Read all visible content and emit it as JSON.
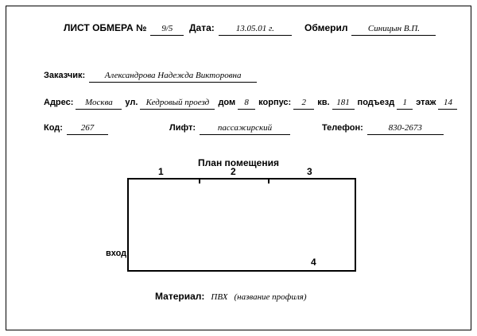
{
  "colors": {
    "ink": "#000000",
    "paper": "#ffffff"
  },
  "form": {
    "title_label": "ЛИСТ ОБМЕРА №",
    "title_value": "9/5",
    "date_label": "Дата:",
    "date_value": "13.05.01 г.",
    "measured_by_label": "Обмерил",
    "measured_by_value": "Синицын В.П.",
    "customer_label": "Заказчик:",
    "customer_value": "Александрова Надежда Викторовна",
    "address_label": "Адрес:",
    "address_value": "Москва",
    "street_label": "ул.",
    "street_value": "Кедровый проезд",
    "house_label": "дом",
    "house_value": "8",
    "building_label": "корпус:",
    "building_value": "2",
    "apartment_label": "кв.",
    "apartment_value": "181",
    "entrance_num_label": "подъезд",
    "entrance_num_value": "1",
    "floor_label": "этаж",
    "floor_value": "14",
    "code_label": "Код:",
    "code_value": "267",
    "elevator_label": "Лифт:",
    "elevator_value": "пассажирский",
    "phone_label": "Телефон:",
    "phone_value": "830-2673"
  },
  "plan": {
    "title": "План помещения",
    "wall_1": "1",
    "wall_2": "2",
    "wall_3": "3",
    "wall_4": "4",
    "entrance_label": "вход"
  },
  "material": {
    "label": "Материал:",
    "value": "ПВХ",
    "note": "(название профиля)"
  }
}
